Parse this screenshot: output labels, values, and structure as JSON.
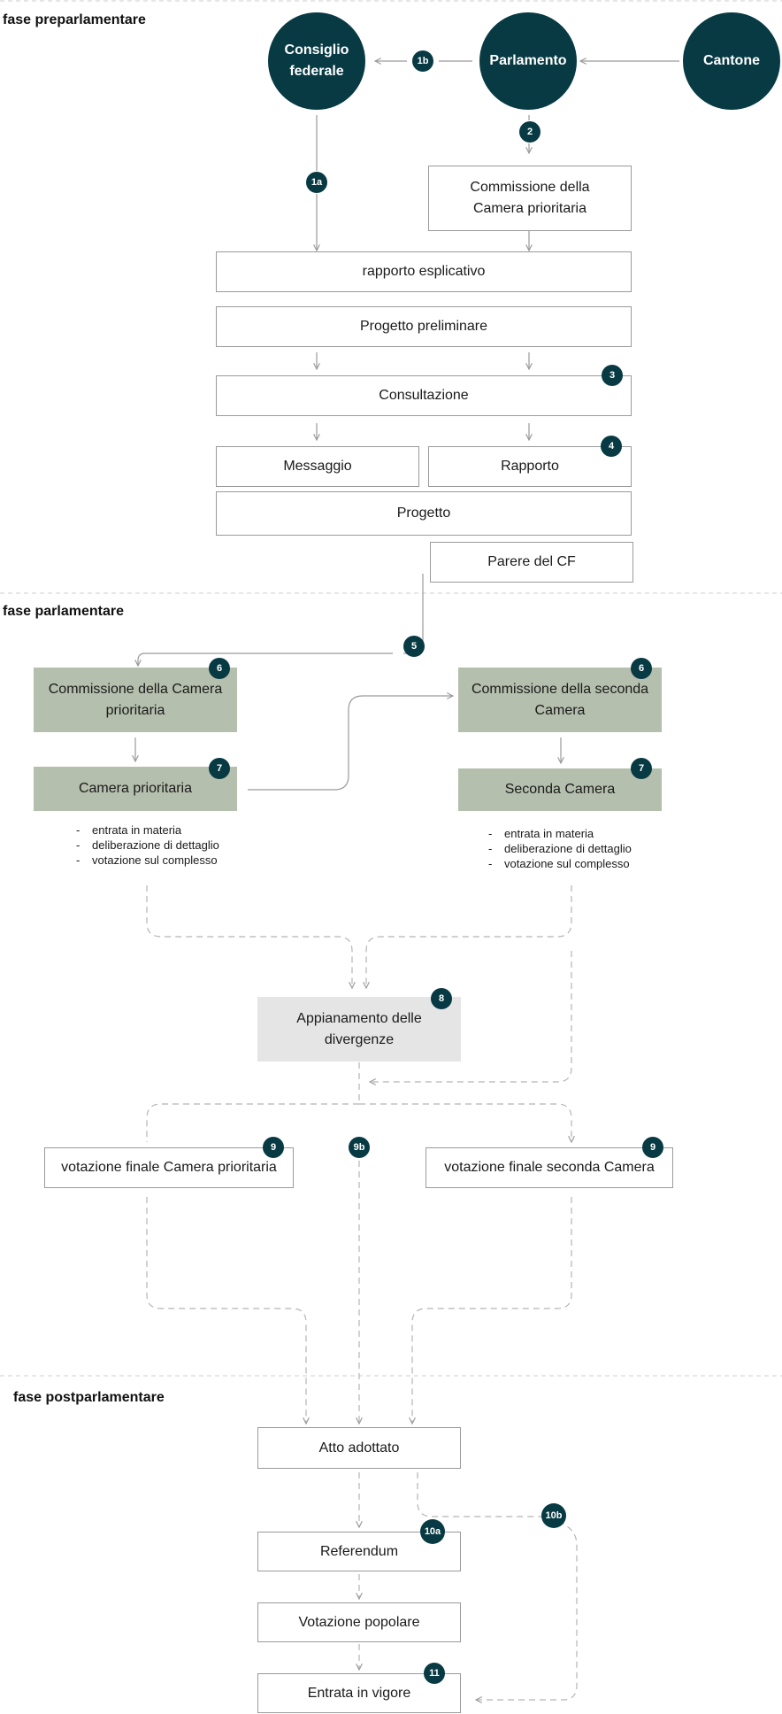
{
  "phases": {
    "pre": "fase preparlamentare",
    "parl": "fase parlamentare",
    "post": "fase postparlamentare"
  },
  "circles": {
    "consiglio": "Consiglio federale",
    "parlamento": "Parlamento",
    "cantone": "Cantone"
  },
  "boxes": {
    "commissione_prioritaria_pre": "Commissione della Camera prioritaria",
    "rapporto_esplicativo": "rapporto esplicativo",
    "progetto_preliminare": "Progetto preliminare",
    "consultazione": "Consultazione",
    "messaggio": "Messaggio",
    "rapporto": "Rapporto",
    "progetto": "Progetto",
    "parere_cf": "Parere del CF",
    "commissione_prioritaria": "Commissione della Camera prioritaria",
    "camera_prioritaria": "Camera prioritaria",
    "commissione_seconda": "Commissione della seconda Camera",
    "seconda_camera": "Seconda Camera",
    "appianamento": "Appianamento delle divergenze",
    "votazione_finale_prioritaria": "votazione finale Camera prioritaria",
    "votazione_finale_seconda": "votazione finale seconda Camera",
    "atto_adottato": "Atto adottato",
    "referendum": "Referendum",
    "votazione_popolare": "Votazione popolare",
    "entrata_in_vigore": "Entrata in vigore"
  },
  "badges": {
    "b1b": "1b",
    "b2": "2",
    "b1a": "1a",
    "b3": "3",
    "b4": "4",
    "b5": "5",
    "b6l": "6",
    "b6r": "6",
    "b7l": "7",
    "b7r": "7",
    "b8": "8",
    "b9l": "9",
    "b9b": "9b",
    "b9r": "9",
    "b10a": "10a",
    "b10b": "10b",
    "b11": "11"
  },
  "steps_left": [
    "entrata in materia",
    "deliberazione di dettaglio",
    "votazione sul complesso"
  ],
  "steps_right": [
    "entrata in materia",
    "deliberazione di dettaglio",
    "votazione sul complesso"
  ],
  "colors": {
    "dark_teal": "#083a44",
    "sage_green": "#b5bfad",
    "light_gray": "#e5e5e5",
    "line_gray": "#9a9a9a"
  }
}
